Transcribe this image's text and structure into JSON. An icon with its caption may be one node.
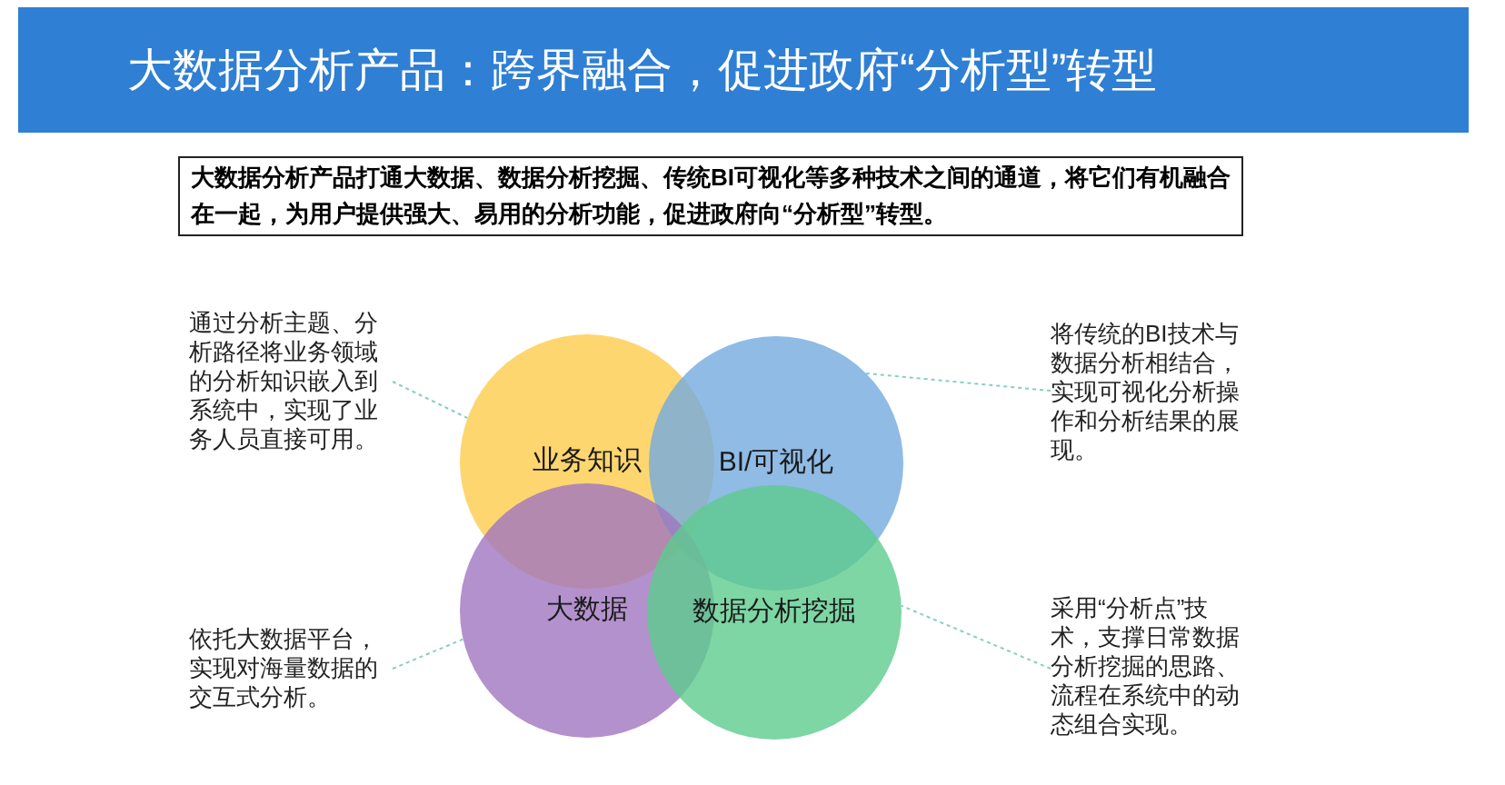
{
  "diagram": {
    "title": "大数据分析产品：跨界融合，促进政府“分析型”转型",
    "nodes": [
      {
        "text": [
          "大数据分析产品打通大数据、数据分析挖掘、传统BI可视化等多种技术之间的通道，将它们有机融合在一起，为用户提供强大、易用的分析功能，促进政府向“分析型”转型。"
        ]
      },
      {
        "text": [
          "通过分析主题、分析路径将业务领域的分析知识嵌入到系统中，实现了业务人员直接可用。"
        ]
      },
      {
        "text": [
          "业务知识"
        ]
      },
      {
        "text": [
          "BI/可视化"
        ]
      },
      {
        "text": [
          "将传统的BI技术与数据分析相结合，实现可视化分析操作和分析结果的展现。"
        ]
      },
      {
        "text": [
          "依托大数据平台，实现对海量数据的交互式分析。"
        ]
      },
      {
        "text": [
          "大数据"
        ]
      },
      {
        "text": [
          "数据分析挖掘"
        ]
      },
      {
        "text": [
          "采用“分析点”技术，支撑日常数据分析挖掘的思路、流程在系统中的动态组合实现。"
        ]
      }
    ],
    "edges": [
      {
        "from": 1,
        "to": 2,
        "arrow": "none",
        "style": "dashed"
      },
      {
        "from": 4,
        "to": 3,
        "arrow": "none",
        "style": "dashed"
      },
      {
        "from": 5,
        "to": 6,
        "arrow": "none",
        "style": "dashed"
      },
      {
        "from": 8,
        "to": 7,
        "arrow": "none",
        "style": "dashed"
      }
    ]
  }
}
